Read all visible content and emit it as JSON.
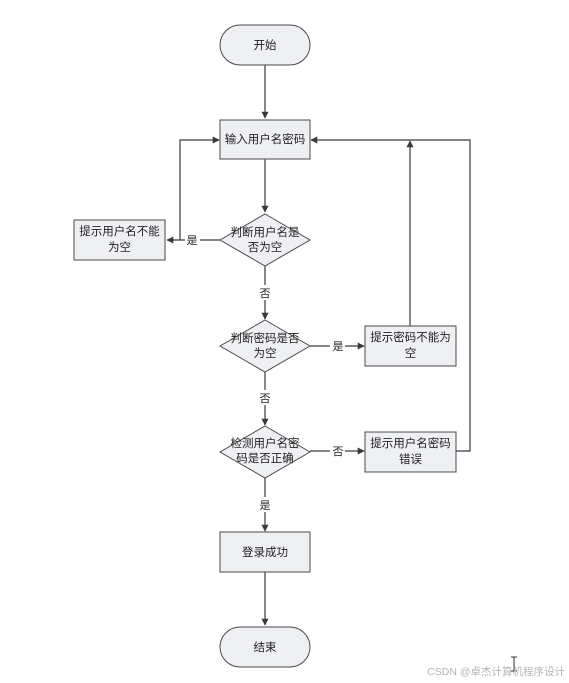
{
  "colors": {
    "shape_fill": "#eef0f3",
    "shape_stroke": "#4a4a4a",
    "line": "#3a3a3a",
    "text": "#222222",
    "watermark": "#b3b3b3"
  },
  "nodes": {
    "start": {
      "label": "开始"
    },
    "input": {
      "label": "输入用户名密码"
    },
    "check_username": {
      "label_line1": "判断用户名是",
      "label_line2": "否为空"
    },
    "username_empty": {
      "label_line1": "提示用户名不能",
      "label_line2": "为空"
    },
    "check_password": {
      "label_line1": "判断密码是否",
      "label_line2": "为空"
    },
    "password_empty": {
      "label_line1": "提示密码不能为",
      "label_line2": "空"
    },
    "verify": {
      "label_line1": "检测用户名密",
      "label_line2": "码是否正确"
    },
    "wrong": {
      "label_line1": "提示用户名密码",
      "label_line2": "错误"
    },
    "success": {
      "label": "登录成功"
    },
    "end": {
      "label": "结束"
    }
  },
  "edges": {
    "yes_username": "是",
    "no_username": "否",
    "yes_password": "是",
    "no_password": "否",
    "no_verify": "否",
    "yes_verify": "是"
  },
  "watermark": "CSDN @卓杰计算机程序设计"
}
